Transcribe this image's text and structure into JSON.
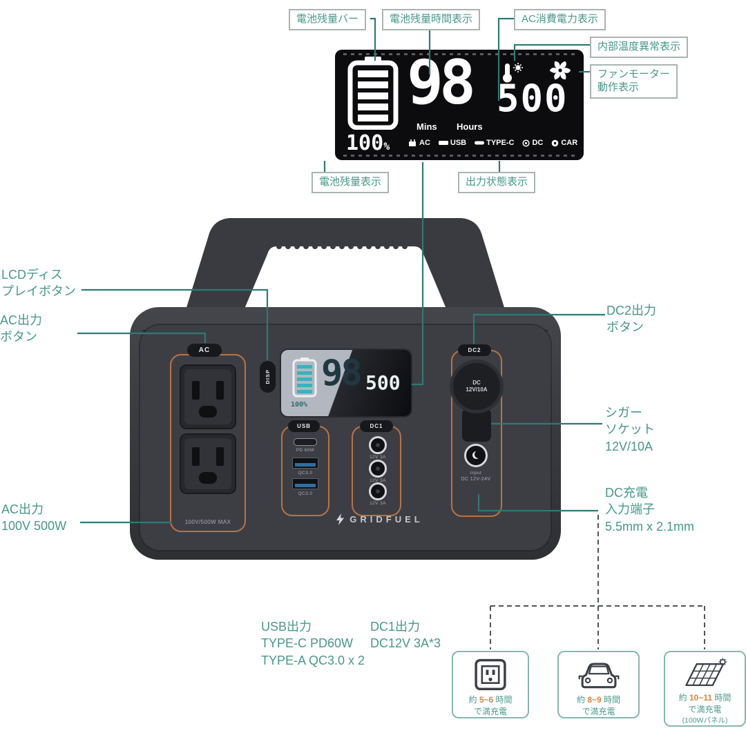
{
  "colors": {
    "accent_teal": "#48988b",
    "accent_orange": "#dd8440",
    "connector": "#2b7b74",
    "bracket_orange": "#ce7e42",
    "body": "#3a3b40",
    "lcd_bg": "#0c0c0e"
  },
  "icons": [
    "battery-icon",
    "thermometer-alert-icon",
    "fan-icon",
    "ac-plug-icon",
    "usb-port-icon",
    "type-c-port-icon",
    "dc-socket-icon",
    "car-socket-icon",
    "wall-outlet-icon",
    "car-icon",
    "solar-panel-icon",
    "sun-icon",
    "lightning-icon"
  ],
  "display_mock": {
    "battery_percent": "100",
    "percent_sign": "%",
    "big_number": "98",
    "mins_label": "Mins",
    "hours_label": "Hours",
    "watts": "500",
    "outputs": {
      "ac": "AC",
      "usb": "USB",
      "typec": "TYPE-C",
      "dc": "DC",
      "car": "CAR"
    }
  },
  "callouts": {
    "battery_bar": "電池残量バー",
    "battery_time": "電池残量時間表示",
    "ac_power": "AC消費電力表示",
    "internal_temp": "内部温度異常表示",
    "fan_motor_1": "ファンモーター",
    "fan_motor_2": "動作表示",
    "battery_remaining": "電池残量表示",
    "output_status": "出力状態表示"
  },
  "labels": {
    "lcd_button_1": "LCDディス",
    "lcd_button_2": "プレイボタン",
    "ac_button_1": "AC出力",
    "ac_button_2": "ボタン",
    "ac_spec_1": "AC出力",
    "ac_spec_2": "100V 500W",
    "dc2_button_1": "DC2出力",
    "dc2_button_2": "ボタン",
    "cigar_1": "シガー",
    "cigar_2": "ソケット",
    "cigar_3": "12V/10A",
    "dc_input_1": "DC充電",
    "dc_input_2": "入力端子",
    "dc_input_3": "5.5mm x 2.1mm",
    "usb_out_1": "USB出力",
    "usb_out_2": "TYPE-C PD60W",
    "usb_out_3": "TYPE-A QC3.0 x 2",
    "dc1_out_1": "DC1出力",
    "dc1_out_2": "DC12V 3A*3"
  },
  "device": {
    "ac_tag": "AC",
    "ac_max": "100V/500W MAX",
    "disp_button": "DISP",
    "usb_tag": "USB",
    "usbc_label": "PD 60W",
    "usba1_label": "QC3.0",
    "usba2_label": "QC3.0",
    "dc1_tag": "DC1",
    "dc1_jack_label": "12V 3A",
    "dc2_tag": "DC2",
    "socket_line1": "DC",
    "socket_line2": "12V/10A",
    "input_line1": "Input",
    "input_line2": "DC 12V-24V",
    "brand": "GRIDFUEL",
    "screen": {
      "percent": "100%",
      "number": "98",
      "watts": "500"
    }
  },
  "charge_options": [
    {
      "icon": "wall-outlet-icon",
      "prefix": "約",
      "hours": "5~6",
      "suffix": "時間",
      "line2": "で満充電",
      "line3": ""
    },
    {
      "icon": "car-icon",
      "prefix": "約",
      "hours": "8~9",
      "suffix": "時間",
      "line2": "で満充電",
      "line3": ""
    },
    {
      "icon": "solar-panel-icon",
      "prefix": "約",
      "hours": "10~11",
      "suffix": "時間",
      "line2": "で満充電",
      "line3": "(100Wパネル)"
    }
  ]
}
